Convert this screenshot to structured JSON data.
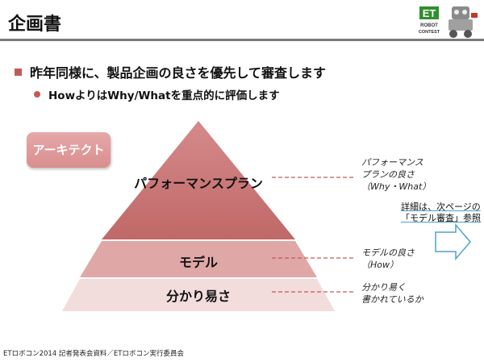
{
  "slide": {
    "title": "企画書",
    "bullet1": "昨年同様に、製品企画の良さを優先して審査します",
    "bullet2": "HowよりはWhy/Whatを重点的に評価します",
    "badge": "アーキテクト",
    "layers": [
      {
        "label": "パフォーマンスプラン"
      },
      {
        "label": "モデル"
      },
      {
        "label": "分かり易さ"
      }
    ],
    "notes": [
      {
        "line1": "パフォーマンス",
        "line2": "プランの良さ",
        "line3": "（Why・What）"
      },
      {
        "line1": "モデルの良さ",
        "line2": "（How）"
      },
      {
        "line1": "分かり易く",
        "line2": "書かれているか"
      }
    ],
    "detail": {
      "line1": "詳細は、次ページの",
      "line2": "「モデル審査」参照"
    },
    "footer": "ETロボコン2014 記者発表会資料／ETロボコン実行委員会",
    "logo_text": [
      "ET",
      "ROBOT",
      "CONTEST"
    ],
    "colors": {
      "accent": "#c25a5a",
      "layer_top": "#cc7a7a",
      "layer_mid": "#e2aaaa",
      "layer_bottom": "#f3dede",
      "logo_green": "#2f8f2f",
      "arrow_border": "#4da3c8"
    }
  }
}
